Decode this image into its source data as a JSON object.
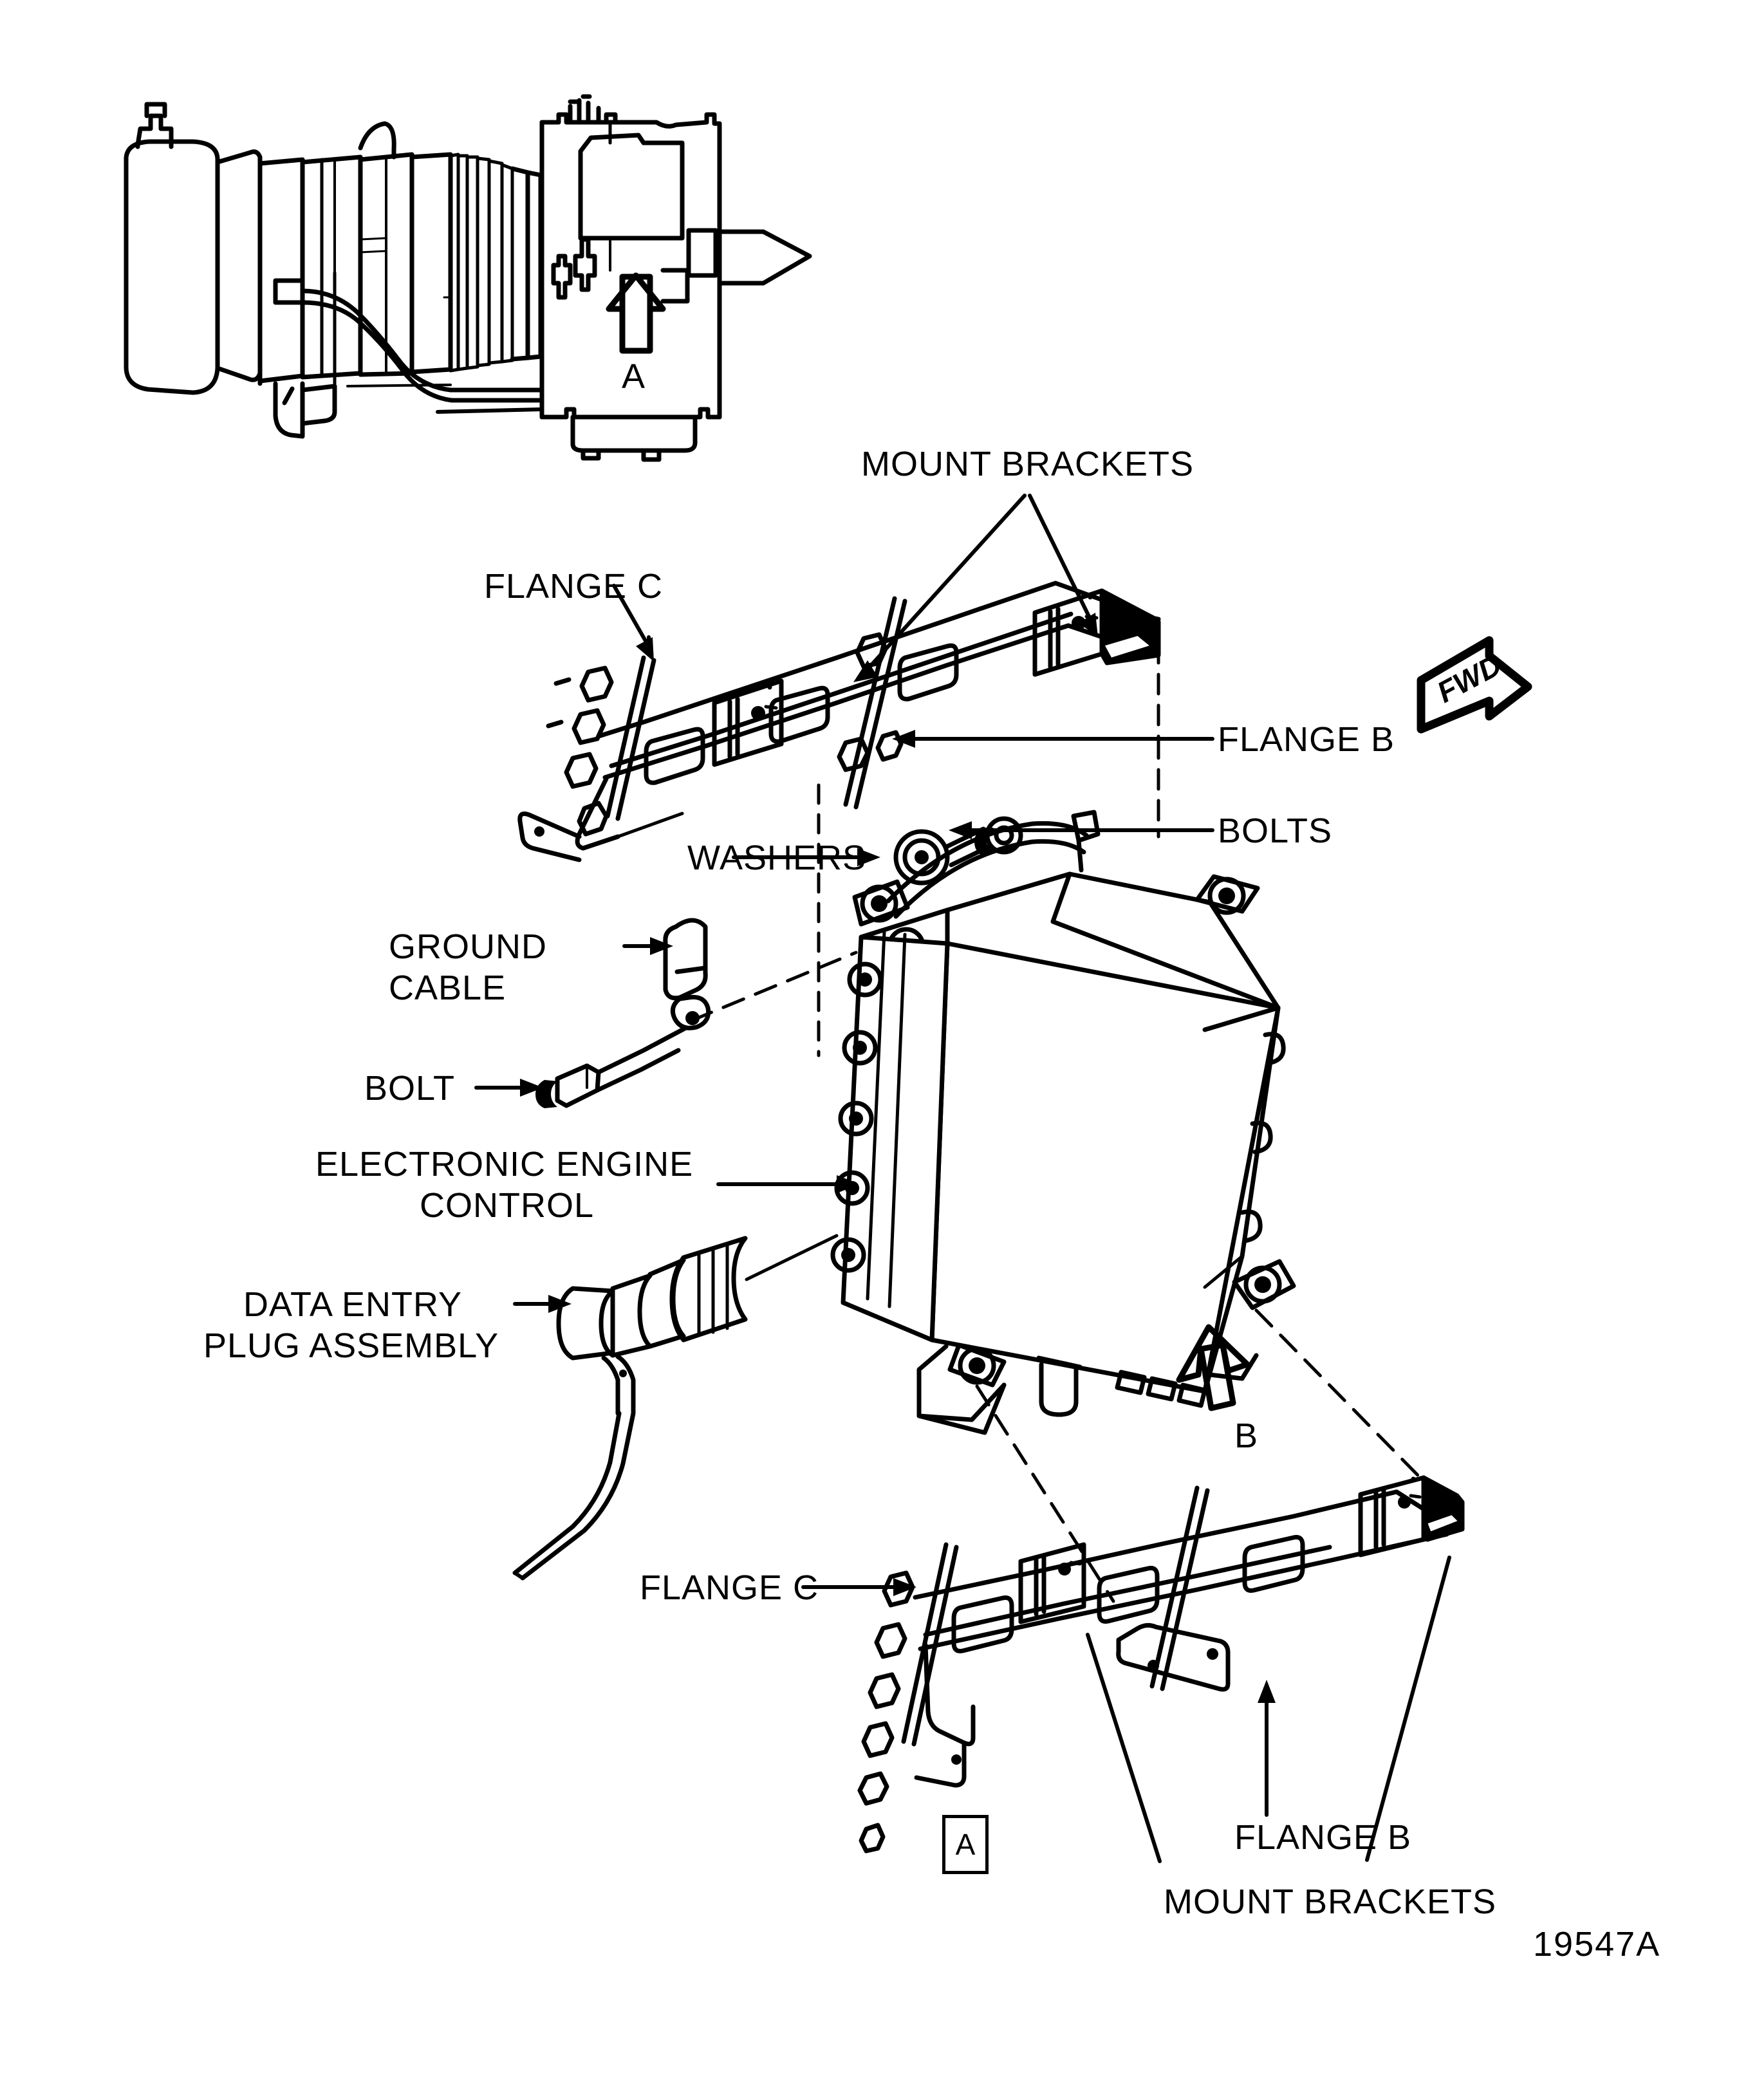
{
  "figure": {
    "figure_number": "19547A",
    "detail_box_letter": "A",
    "view_key_letter": "A",
    "view_detail_letter": "B",
    "fwd_arrow_label": "FWD"
  },
  "labels": {
    "mount_brackets_top": "MOUNT BRACKETS",
    "flange_c_top": "FLANGE C",
    "flange_b_top": "FLANGE B",
    "bolts": "BOLTS",
    "washers": "WASHERS",
    "ground_cable_line1": "GROUND",
    "ground_cable_line2": "CABLE",
    "bolt": "BOLT",
    "eec_line1": "ELECTRONIC ENGINE",
    "eec_line2": "CONTROL",
    "data_entry_line1": "DATA ENTRY",
    "data_entry_line2": "PLUG ASSEMBLY",
    "flange_c_bottom": "FLANGE C",
    "flange_b_bottom": "FLANGE B",
    "mount_brackets_bottom": "MOUNT BRACKETS"
  },
  "colors": {
    "ink": "#000000",
    "paper": "#ffffff"
  }
}
